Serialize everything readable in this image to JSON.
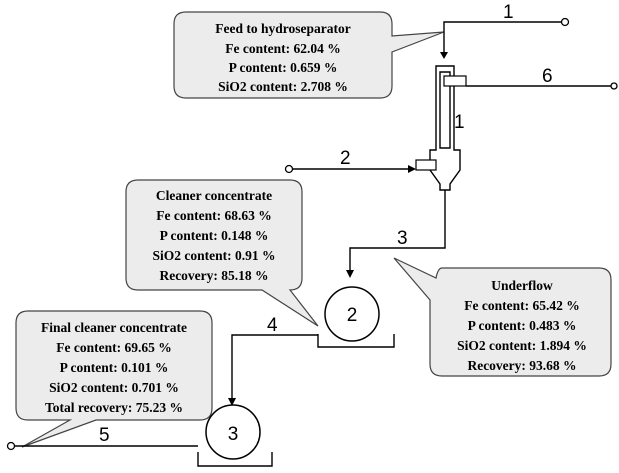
{
  "callouts": {
    "feed": {
      "title": "Feed to hydroseparator",
      "lines": [
        "Fe content: 62.04 %",
        "P content: 0.659 %",
        "SiO2 content: 2.708 %"
      ]
    },
    "cleaner": {
      "title": "Cleaner concentrate",
      "lines": [
        "Fe content: 68.63 %",
        "P content: 0.148 %",
        "SiO2 content: 0.91 %",
        "Recovery: 85.18 %"
      ]
    },
    "underflow": {
      "title": "Underflow",
      "lines": [
        "Fe content: 65.42 %",
        "P content: 0.483 %",
        "SiO2 content: 1.894 %",
        "Recovery: 93.68 %"
      ]
    },
    "final": {
      "title": "Final cleaner concentrate",
      "lines": [
        "Fe content: 69.65 %",
        "P content: 0.101 %",
        "SiO2 content: 0.701 %",
        "Total recovery: 75.23 %"
      ]
    }
  },
  "streams": {
    "s1": "1",
    "s2": "2",
    "s3": "3",
    "s4": "4",
    "s5": "5",
    "s6": "6"
  },
  "units": {
    "hydroseparator": "1",
    "cleaner_cell": "2",
    "final_cell": "3"
  }
}
